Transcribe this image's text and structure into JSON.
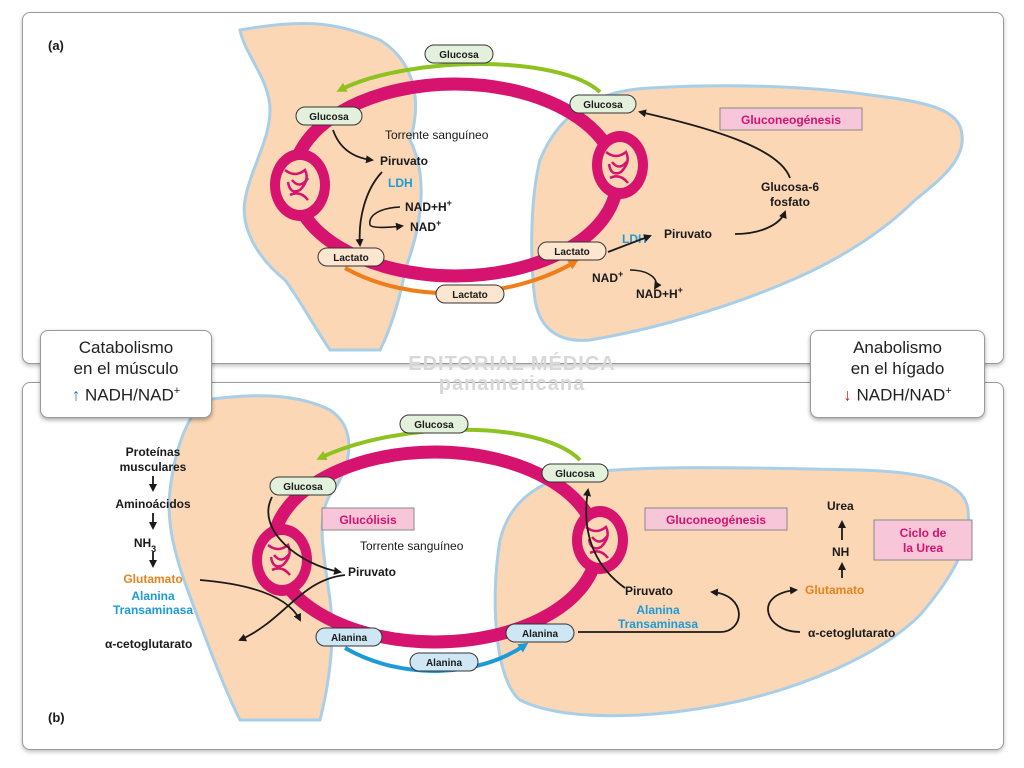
{
  "panel_a": {
    "tag": "(a)",
    "glucosa_top": "Glucosa",
    "glucosa_muscle": "Glucosa",
    "glucosa_liver": "Glucosa",
    "torrente": "Torrente sanguíneo",
    "piruvato_muscle": "Piruvato",
    "ldh_muscle": "LDH",
    "nadh_muscle": "NAD+H",
    "nadh_muscle_sup": "+",
    "nad_muscle": "NAD",
    "nad_muscle_sup": "+",
    "lactato_muscle": "Lactato",
    "lactato_bottom": "Lactato",
    "lactato_liver": "Lactato",
    "ldh_liver": "LDH",
    "piruvato_liver": "Piruvato",
    "nad_liver": "NAD",
    "nad_liver_sup": "+",
    "nadh_liver": "NAD+H",
    "nadh_liver_sup": "+",
    "glucosa6_line1": "Glucosa-6",
    "glucosa6_line2": "fosfato",
    "gluconeogenesis": "Gluconeogénesis"
  },
  "panel_b": {
    "tag": "(b)",
    "glucosa_top": "Glucosa",
    "glucosa_muscle": "Glucosa",
    "glucosa_liver": "Glucosa",
    "proteinas_line1": "Proteínas",
    "proteinas_line2": "musculares",
    "aminoacidos": "Aminoácidos",
    "nh3": "NH",
    "nh3_sub": "3",
    "glutamato_muscle": "Glutamato",
    "alanina_transaminasa_line1": "Alanina",
    "alanina_transaminasa_line2": "Transaminasa",
    "cetoglutarato_muscle": "α-cetoglutarato",
    "glucolisis": "Glucólisis",
    "torrente": "Torrente sanguíneo",
    "piruvato_muscle": "Piruvato",
    "alanina_muscle": "Alanina",
    "alanina_bottom": "Alanina",
    "alanina_liver": "Alanina",
    "gluconeogenesis": "Gluconeogénesis",
    "piruvato_liver": "Piruvato",
    "alanina_transaminasa_liver_line1": "Alanina",
    "alanina_transaminasa_liver_line2": "Transaminasa",
    "glutamato_liver": "Glutamato",
    "nh": "NH",
    "urea": "Urea",
    "ciclo_line1": "Ciclo de",
    "ciclo_line2": "la Urea",
    "cetoglutarato_liver": "α-cetoglutarato"
  },
  "callouts": {
    "left_line1": "Catabolismo",
    "left_line2": "en el músculo",
    "left_arrow": "↑",
    "left_ratio": "NADH/NAD",
    "left_ratio_sup": "+",
    "right_line1": "Anabolismo",
    "right_line2": "en el hígado",
    "right_arrow": "↓",
    "right_ratio": "NADH/NAD",
    "right_ratio_sup": "+"
  },
  "watermark_line1": "EDITORIAL MÉDICA",
  "watermark_line2": "panamericana",
  "colors": {
    "blood": "#d6136e",
    "tissue": "#fbd7b5",
    "tissue_outline": "#a9cfe8",
    "glucose_arrow": "#8dc21f",
    "lactate_arrow": "#ef7d1a",
    "alanine_arrow": "#1e9ad6",
    "pill_green": "#e3f1dc",
    "pill_peach": "#fce6d0",
    "pill_blue": "#cfe7f5",
    "label_pink": "#f7c6d9"
  }
}
